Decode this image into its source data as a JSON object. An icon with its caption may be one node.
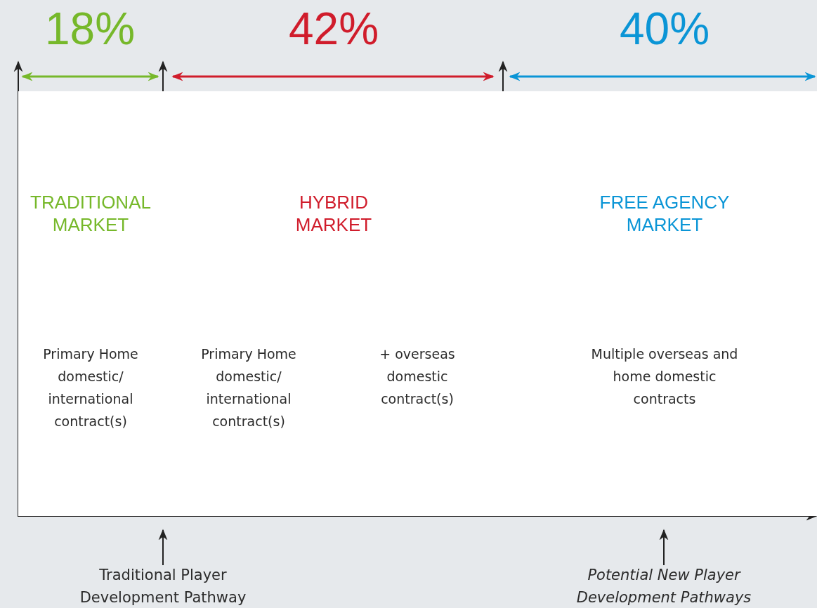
{
  "diagram": {
    "nodes": [
      {
        "text": [
          "TRADITIONAL MARKET",
          "Primary Home domestic/ international contract(s)"
        ]
      },
      {
        "text": [
          "HYBRID MARKET",
          "Primary Home domestic/ international contract(s)",
          "+ overseas domestic contract(s)"
        ]
      },
      {
        "text": [
          "FREE AGENCY MARKET",
          "Multiple overseas and home domestic contracts"
        ]
      },
      {
        "text": [
          "Traditional Player Development Pathway"
        ]
      },
      {
        "text": [
          "Potential New Player Development Pathways"
        ]
      }
    ],
    "edges": [
      {
        "from": 3,
        "to": 0,
        "arrow": "to"
      },
      {
        "from": 4,
        "to": 2,
        "arrow": "to"
      }
    ],
    "labels": [
      "18%",
      "42%",
      "40%"
    ]
  }
}
